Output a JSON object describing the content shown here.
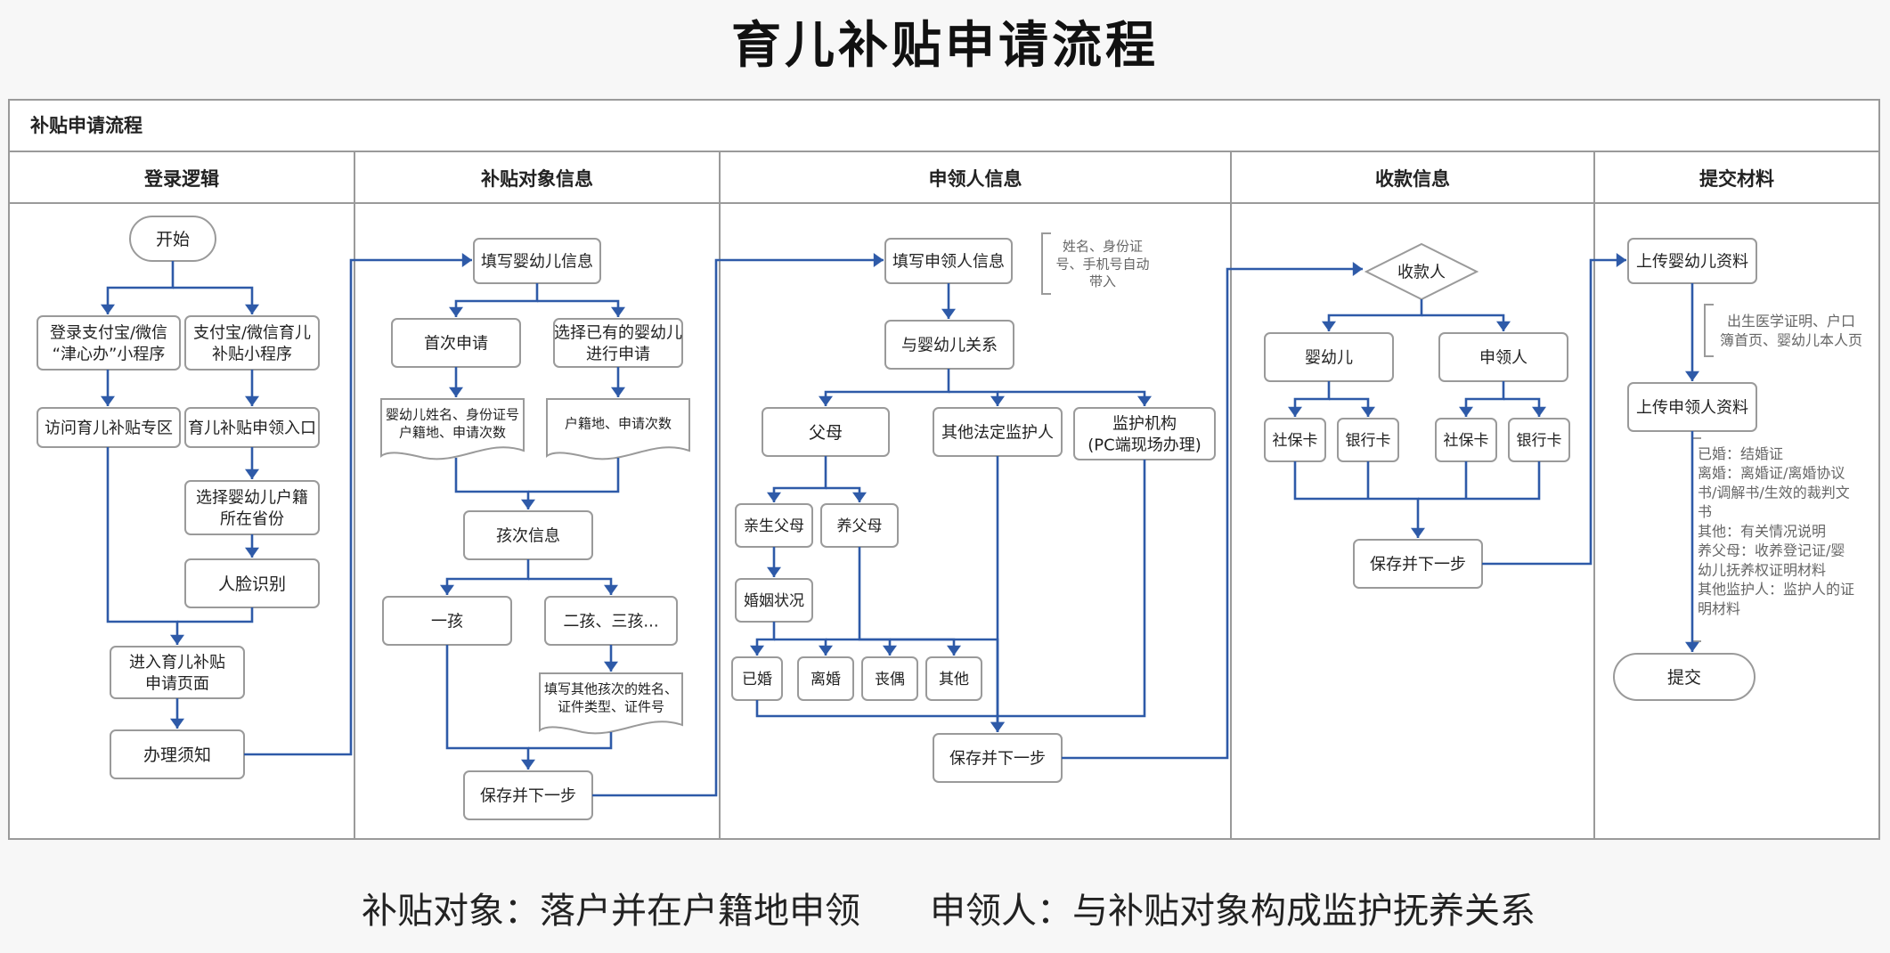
{
  "title": "育儿补贴申请流程",
  "panel_title": "补贴申请流程",
  "lanes": [
    "登录逻辑",
    "补贴对象信息",
    "申领人信息",
    "收款信息",
    "提交材料"
  ],
  "login": {
    "start": "开始",
    "alipay_mini": [
      "登录支付宝/微信",
      "“津心办”小程序"
    ],
    "wechat_mini": [
      "支付宝/微信育儿",
      "补贴小程序"
    ],
    "visit_zone": "访问育儿补贴专区",
    "entry": "育儿补贴申领入口",
    "select_province": [
      "选择婴幼儿户籍",
      "所在省份"
    ],
    "face_id": "人脸识别",
    "enter_page": [
      "进入育儿补贴",
      "申请页面"
    ],
    "notice": "办理须知"
  },
  "subsidy": {
    "fill_child": "填写婴幼儿信息",
    "first_apply": "首次申请",
    "select_existing": [
      "选择已有的婴幼儿",
      "进行申请"
    ],
    "doc_first": [
      "婴幼儿姓名、身份证号",
      "户籍地、申请次数"
    ],
    "doc_existing": [
      "户籍地、申请次数"
    ],
    "birth_order": "孩次信息",
    "first_child": "一孩",
    "second_third": "二孩、三孩...",
    "doc_other": [
      "填写其他孩次的姓名、",
      "证件类型、证件号"
    ],
    "save_next": "保存并下一步"
  },
  "applicant": {
    "fill_applicant": "填写申领人信息",
    "note_auto": [
      "姓名、身份证",
      "号、手机号自动",
      "带入"
    ],
    "relation": "与婴幼儿关系",
    "parents": "父母",
    "other_guardian": "其他法定监护人",
    "guardian_org": [
      "监护机构",
      "(PC端现场办理)"
    ],
    "bio_parents": "亲生父母",
    "adoptive_parents": "养父母",
    "marital_status": "婚姻状况",
    "married": "已婚",
    "divorced": "离婚",
    "widowed": "丧偶",
    "other": "其他",
    "save_next": "保存并下一步"
  },
  "payee": {
    "payee": "收款人",
    "child": "婴幼儿",
    "applicant": "申领人",
    "social_card_1": "社保卡",
    "bank_card_1": "银行卡",
    "social_card_2": "社保卡",
    "bank_card_2": "银行卡",
    "save_next": "保存并下一步"
  },
  "materials": {
    "upload_child": "上传婴幼儿资料",
    "note_child": [
      "出生医学证明、户口",
      "簿首页、婴幼儿本人页"
    ],
    "upload_applicant": "上传申领人资料",
    "note_applicant": [
      "已婚：结婚证",
      "离婚：离婚证/离婚协议",
      "书/调解书/生效的裁判文",
      "书",
      "其他：有关情况说明",
      "养父母：收养登记证/婴",
      "幼儿抚养权证明材料",
      "其他监护人：监护人的证",
      "明材料"
    ],
    "submit": "提交"
  },
  "footer": [
    "补贴对象：落户并在户籍地申领",
    "申领人：与补贴对象构成监护抚养关系"
  ],
  "colors": {
    "connector": "#2e5aa8",
    "border": "#9a9a9a",
    "panel": "#ffffff",
    "background": "#f7f7f7"
  }
}
